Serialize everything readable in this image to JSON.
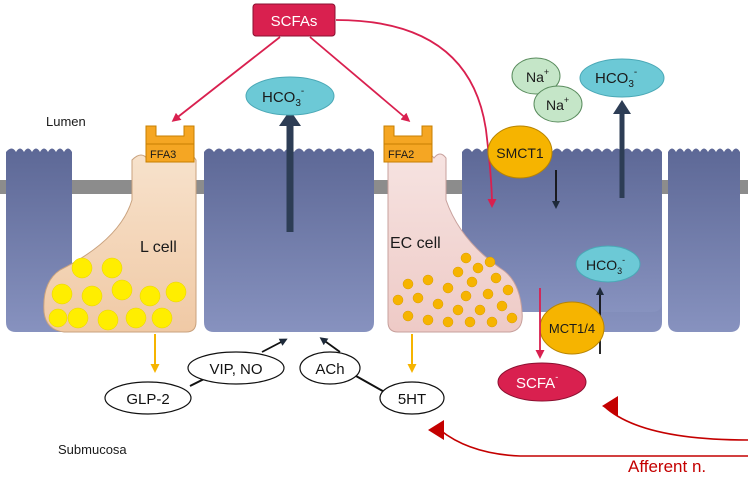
{
  "labels": {
    "lumen": "Lumen",
    "submucosa": "Submucosa",
    "scfas": "SCFAs",
    "ffa3": "FFA3",
    "ffa2": "FFA2",
    "l_cell": "L cell",
    "ec_cell": "EC cell",
    "hco3_main": "HCO",
    "hco3_main_sub": "3",
    "hco3_main_sup": "-",
    "hco3_right": "HCO",
    "hco3_right_sub": "3",
    "hco3_right_sup": "-",
    "hco3_inner": "HCO",
    "hco3_inner_sub": "3",
    "hco3_inner_sup": "-",
    "na_top": "Na",
    "na_top_sup": "+",
    "na_bottom": "Na",
    "na_bottom_sup": "+",
    "smct1": "SMCT1",
    "mct14": "MCT1/4",
    "scfa_minus": "SCFA",
    "scfa_minus_sup": "-",
    "glp2": "GLP-2",
    "vip_no": "VIP, NO",
    "ach": "ACh",
    "ht5": "5HT",
    "afferent": "Afferent n."
  },
  "colors": {
    "epithelium": "#6f7aa6",
    "epithelium_light": "#8a93bd",
    "junction": "#8a8a8a",
    "l_cell": "#f2d2b4",
    "ec_cell": "#f1d6d4",
    "granule_l": "#ffee00",
    "granule_ec": "#f6b400",
    "receptor": "#f5a623",
    "scfa_box": "#d9204f",
    "hco3": "#6cc9d6",
    "na": "#c5e6c8",
    "transporter": "#f6b400",
    "red_arrow": "#d9204f",
    "afferent": "#c40000"
  }
}
